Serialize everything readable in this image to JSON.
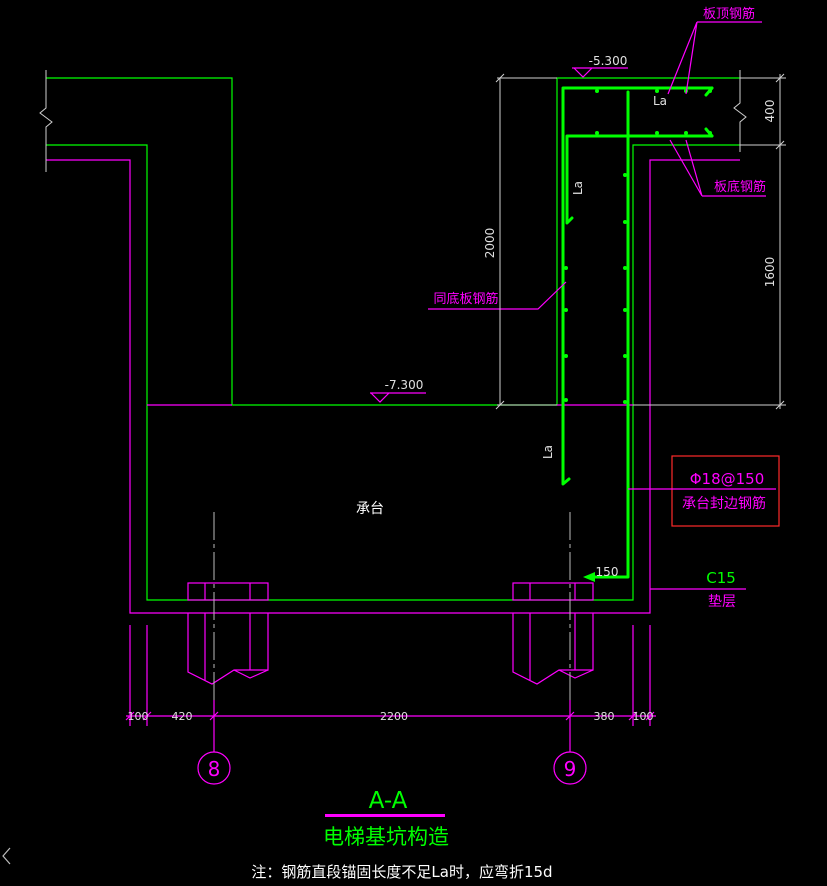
{
  "colors": {
    "background": "#000000",
    "concrete": "#00ff00",
    "rebar": "#00ff00",
    "annotation": "#ff00ff",
    "callout_box": "#ff2a2a",
    "text": "#ffffff",
    "dimension_text": "#e0e0e0"
  },
  "labels": {
    "slab_top_rebar": "板顶钢筋",
    "slab_bottom_rebar": "板底钢筋",
    "same_as_slab_bottom_rebar": "同底板钢筋",
    "pile_cap": "承台",
    "edge_rebar_spec": "Φ18@150",
    "edge_rebar_name": "承台封边钢筋",
    "cushion_grade": "C15",
    "cushion_name": "垫层",
    "bend_length": "150",
    "anchorage": [
      "La",
      "La",
      "La"
    ]
  },
  "elevations": {
    "pit_top": "-5.300",
    "pit_bottom": "-7.300"
  },
  "dimensions": {
    "left_height": "2000",
    "right_upper": "400",
    "right_lower": "1600",
    "bottom": [
      "100",
      "420",
      "2200",
      "380",
      "100"
    ]
  },
  "axes": [
    "8",
    "9"
  ],
  "section_mark": "A-A",
  "title": "电梯基坑构造",
  "note": "注：钢筋直段锚固长度不足La时，应弯折15d"
}
